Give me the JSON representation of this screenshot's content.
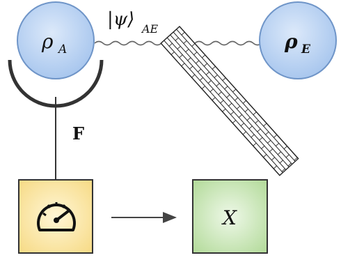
{
  "diagram": {
    "system_node": {
      "label": "ρ",
      "subscript": "A"
    },
    "environment_node": {
      "label": "ρ",
      "subscript": "E"
    },
    "entanglement": {
      "label_main": "|ψ⟩",
      "label_sub": "AE"
    },
    "measurement_link": {
      "label": "F"
    },
    "measurement_device": {
      "icon": "gauge-icon"
    },
    "output_node": {
      "label": "X"
    },
    "colors": {
      "node_fill": "#b9d3f1",
      "node_stroke": "#6f95c8",
      "device_fill": "#fbe6a4",
      "output_fill": "#c9e6b6",
      "wall_fill": "#ffffff",
      "wire": "#555555"
    }
  }
}
